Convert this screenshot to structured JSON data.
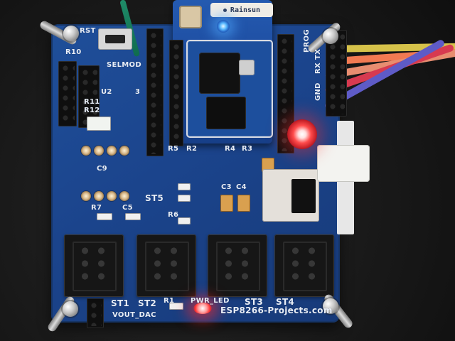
{
  "board": {
    "module_label": "Rainsun",
    "labels": {
      "rst": "RST",
      "r10": "R10",
      "selmode": "SELMOD",
      "u2": "U2",
      "three": "3",
      "r11": "R11",
      "r12": "R12",
      "c9": "C9",
      "st5": "ST5",
      "r7": "R7",
      "c5": "C5",
      "r5": "R5",
      "r2": "R2",
      "r4": "R4",
      "r3": "R3",
      "c3": "C3",
      "c4": "C4",
      "r6": "R6",
      "prog": "PROG",
      "gnd": "GND",
      "rx": "RX",
      "tx": "TX",
      "st1": "ST1",
      "st2": "ST2",
      "st3": "ST3",
      "st4": "ST4",
      "vout_dac": "VOUT_DAC",
      "pwr_led": "PWR_LED",
      "r1": "R1",
      "website": "ESP8266-Projects.com"
    }
  },
  "colors": {
    "pcb_blue": "#1f4f9a",
    "module_blue": "#245ab0",
    "wire_yellow": "#d6c24a",
    "wire_orange": "#f27a52",
    "wire_red": "#d73a50",
    "wire_purple": "#5e5bc7",
    "wire_green": "#1f8c68"
  },
  "icons": {
    "blue_status_led": "blue-led-icon",
    "red_power_led": "red-led-icon",
    "reset_button": "pushbutton-icon"
  }
}
